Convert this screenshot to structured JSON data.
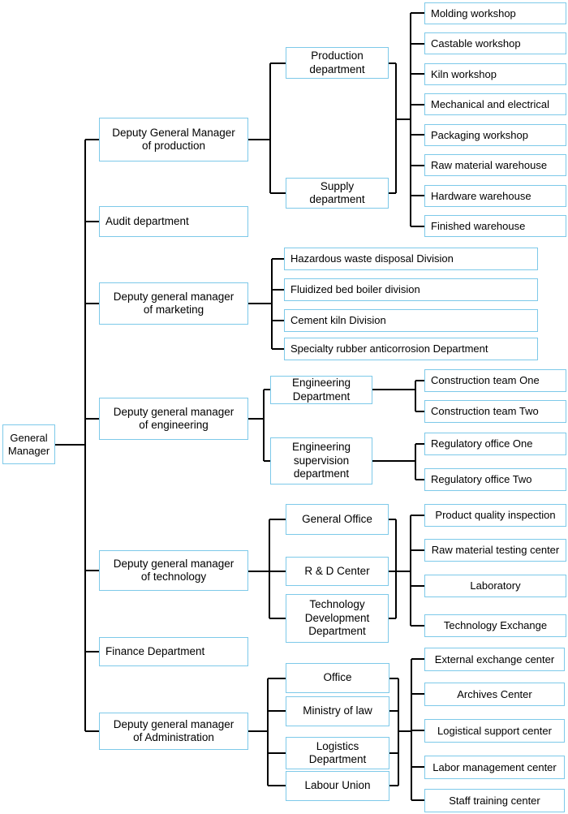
{
  "root": {
    "label": "General Manager"
  },
  "groups": [
    {
      "manager": {
        "label": "Deputy General Manager of production"
      },
      "departments": [
        {
          "label": "Production department"
        },
        {
          "label": "Supply department"
        }
      ],
      "units": [
        {
          "label": "Molding workshop"
        },
        {
          "label": "Castable workshop"
        },
        {
          "label": "Kiln workshop"
        },
        {
          "label": "Mechanical and electrical"
        },
        {
          "label": "Packaging workshop"
        },
        {
          "label": "Raw material warehouse"
        },
        {
          "label": "Hardware warehouse"
        },
        {
          "label": "Finished warehouse"
        }
      ]
    },
    {
      "manager": {
        "label": "Audit department"
      }
    },
    {
      "manager": {
        "label": "Deputy general manager of marketing"
      },
      "departments": [
        {
          "label": "Hazardous waste disposal Division"
        },
        {
          "label": "Fluidized bed boiler division"
        },
        {
          "label": "Cement kiln Division"
        },
        {
          "label": "Specialty rubber anticorrosion Department"
        }
      ]
    },
    {
      "manager": {
        "label": "Deputy general manager of engineering"
      },
      "departments": [
        {
          "label": "Engineering Department",
          "units": [
            {
              "label": "Construction team One"
            },
            {
              "label": "Construction team Two"
            }
          ]
        },
        {
          "label": "Engineering supervision department",
          "units": [
            {
              "label": "Regulatory office One"
            },
            {
              "label": "Regulatory office Two"
            }
          ]
        }
      ]
    },
    {
      "manager": {
        "label": "Deputy general manager of technology"
      },
      "departments": [
        {
          "label": "General Office"
        },
        {
          "label": "R & D Center"
        },
        {
          "label": "Technology Development Department"
        }
      ],
      "units": [
        {
          "label": "Product quality inspection"
        },
        {
          "label": "Raw material testing center"
        },
        {
          "label": "Laboratory"
        },
        {
          "label": "Technology Exchange"
        }
      ]
    },
    {
      "manager": {
        "label": "Finance Department"
      }
    },
    {
      "manager": {
        "label": "Deputy general manager of Administration"
      },
      "departments": [
        {
          "label": "Office"
        },
        {
          "label": "Ministry of law"
        },
        {
          "label": "Logistics Department"
        },
        {
          "label": "Labour Union"
        }
      ],
      "units": [
        {
          "label": "External exchange center"
        },
        {
          "label": "Archives Center"
        },
        {
          "label": "Logistical support center"
        },
        {
          "label": "Labor management center"
        },
        {
          "label": "Staff training center"
        }
      ]
    }
  ],
  "colors": {
    "box_border": "#7dc9e9",
    "line": "#000000",
    "text": "#000000",
    "background": "#ffffff"
  }
}
